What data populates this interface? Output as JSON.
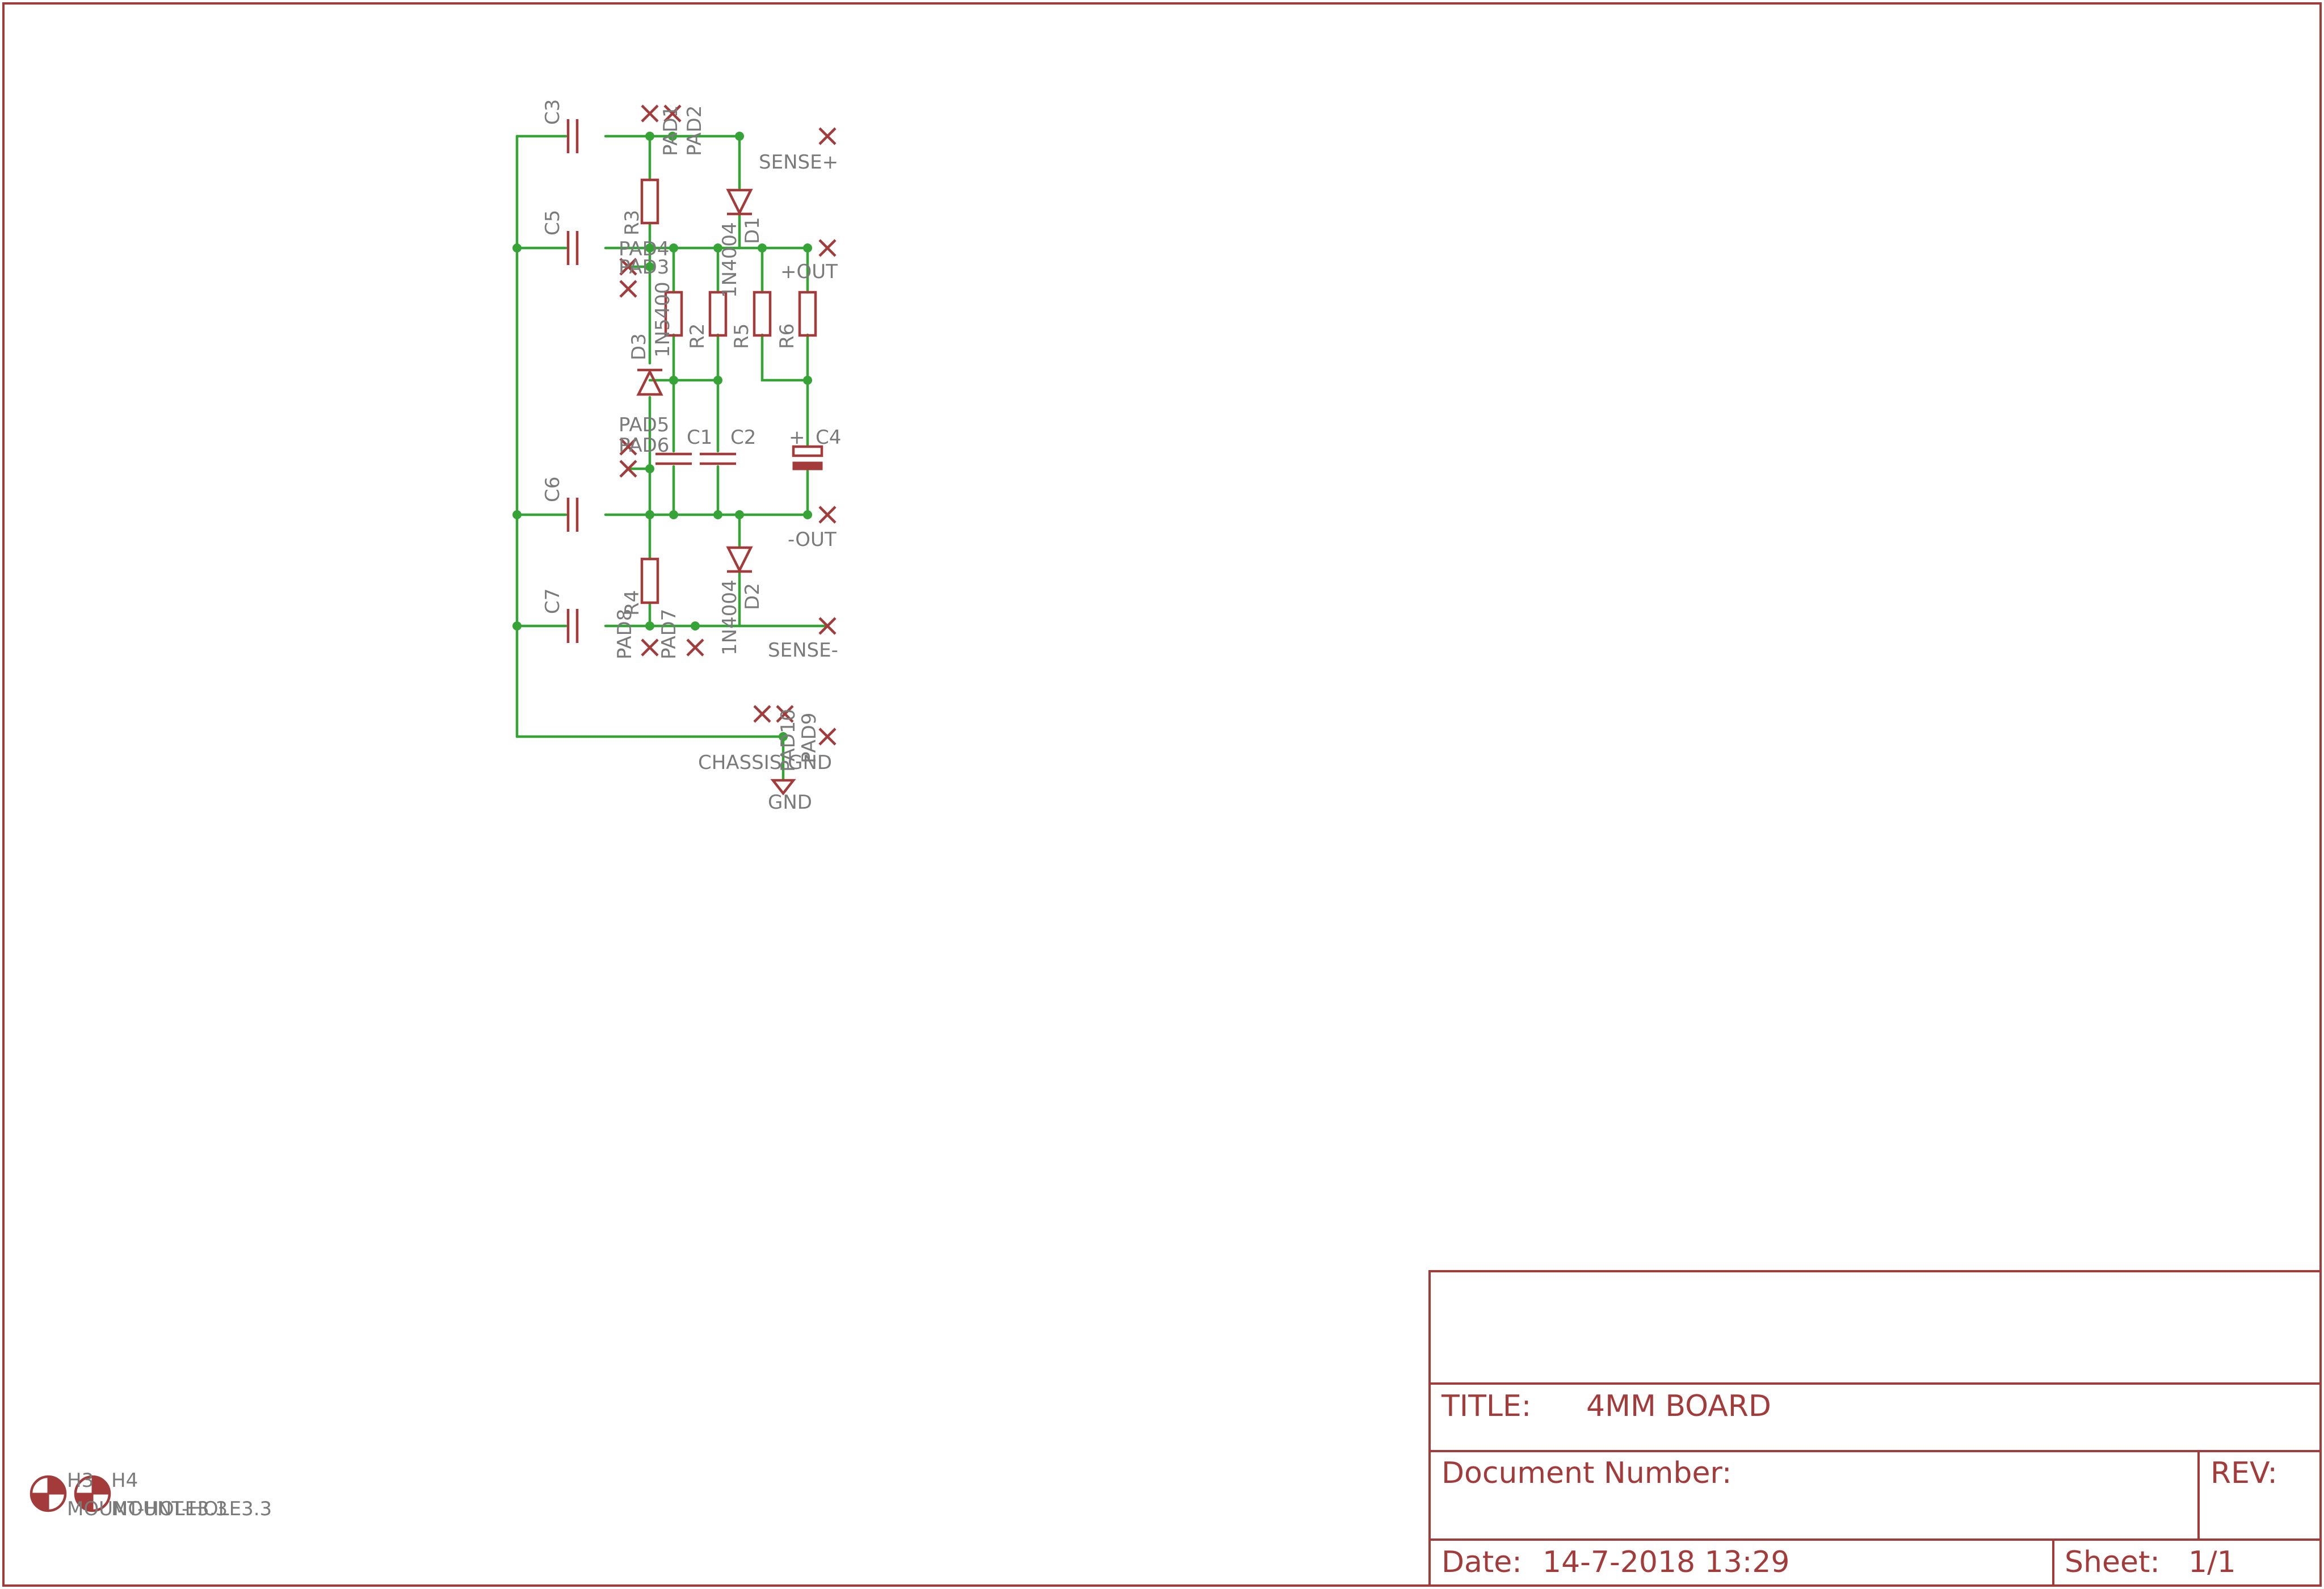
{
  "title_block": {
    "title_label": "TITLE:",
    "title_value": "4MM BOARD",
    "docnum_label": "Document Number:",
    "rev_label": "REV:",
    "date_label": "Date:",
    "date_value": "14-7-2018 13:29",
    "sheet_label": "Sheet:",
    "sheet_value": "1/1"
  },
  "nets": {
    "sense_plus": "SENSE+",
    "out_plus": "+OUT",
    "out_minus": "-OUT",
    "sense_minus": "SENSE-",
    "chassis_gnd": "CHASSIS GND",
    "gnd": "GND"
  },
  "parts": {
    "c1": "C1",
    "c2": "C2",
    "c3": "C3",
    "c4": "C4",
    "c5": "C5",
    "c6": "C6",
    "c7": "C7",
    "r2": "R2",
    "r3": "R3",
    "r4": "R4",
    "r5": "R5",
    "r6": "R6",
    "d1": "D1",
    "d2": "D2",
    "d3": "D3",
    "d1_value": "1N4004",
    "d2_value": "1N4004",
    "d3_value": "1N5400",
    "pad1": "PAD1",
    "pad2": "PAD2",
    "pad3": "PAD3",
    "pad4": "PAD4",
    "pad5": "PAD5",
    "pad6": "PAD6",
    "pad7": "PAD7",
    "pad8": "PAD8",
    "pad9": "PAD9",
    "pad10": "PAD10",
    "h3": "H3",
    "h4": "H4",
    "h3_value": "MOUNT-HOLE3.3",
    "h4_value": "MOUNT-HOLE3.3"
  },
  "colors": {
    "frame": "#a33b3b",
    "wire": "#36a336",
    "label": "#7a7a7a"
  }
}
